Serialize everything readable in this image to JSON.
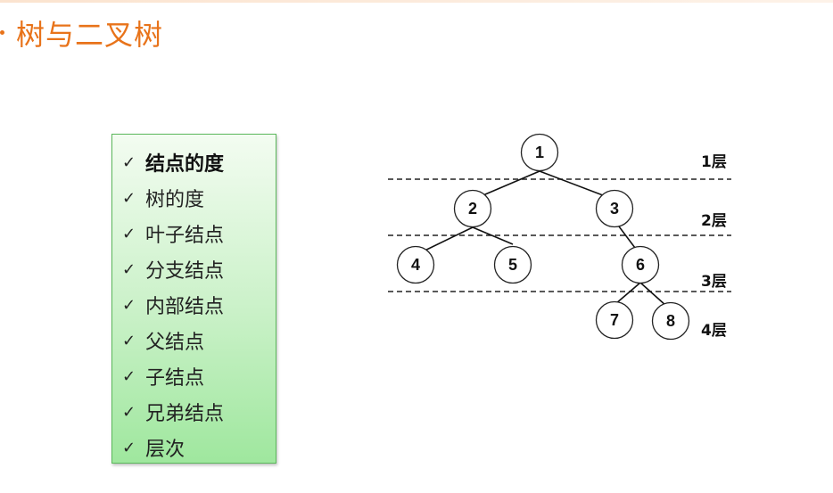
{
  "slide": {
    "title": "树与二叉树"
  },
  "terms": [
    {
      "label": "结点的度",
      "bold": true
    },
    {
      "label": "树的度",
      "bold": false
    },
    {
      "label": "叶子结点",
      "bold": false
    },
    {
      "label": "分支结点",
      "bold": false
    },
    {
      "label": "内部结点",
      "bold": false
    },
    {
      "label": "父结点",
      "bold": false
    },
    {
      "label": "子结点",
      "bold": false
    },
    {
      "label": "兄弟结点",
      "bold": false
    },
    {
      "label": "层次",
      "bold": false
    }
  ],
  "check_glyph": "✓",
  "tree": {
    "nodes": [
      "1",
      "2",
      "3",
      "4",
      "5",
      "6",
      "7",
      "8"
    ],
    "edges": [
      [
        "1",
        "2"
      ],
      [
        "1",
        "3"
      ],
      [
        "2",
        "4"
      ],
      [
        "2",
        "5"
      ],
      [
        "3",
        "6"
      ],
      [
        "6",
        "7"
      ],
      [
        "6",
        "8"
      ]
    ],
    "levels": [
      "1层",
      "2层",
      "3层",
      "4层"
    ]
  },
  "colors": {
    "title": "#e8731a",
    "box_border": "#5cb85c"
  }
}
